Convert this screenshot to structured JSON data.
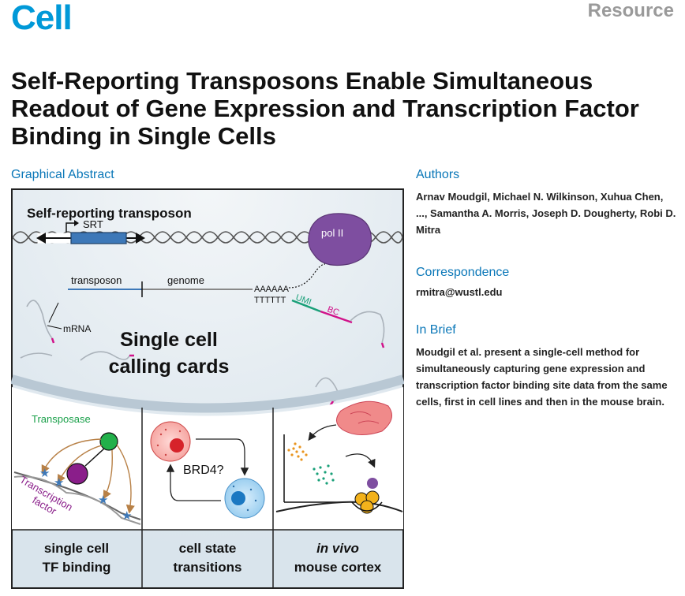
{
  "header": {
    "journal": "Cell",
    "article_type": "Resource",
    "title": "Self-Reporting Transposons Enable Simultaneous Readout of Gene Expression and Transcription Factor Binding in Single Cells"
  },
  "graphical_abstract": {
    "heading": "Graphical Abstract",
    "top_label": "Self-reporting transposon",
    "srt_label": "SRT",
    "pol_label": "pol II",
    "transposon_label": "transposon",
    "genome_label": "genome",
    "polya": "AAAAAA",
    "polyt": "TTTTTT",
    "umi_label": "UMI",
    "bc_label": "BC",
    "mrna_label": "mRNA",
    "center_line1": "Single cell",
    "center_line2": "calling cards",
    "transposase_label": "Transposase",
    "tf_label_line1": "Transcription",
    "tf_label_line2": "factor",
    "brd4_label": "BRD4?",
    "panel1_line1": "single cell",
    "panel1_line2": "TF binding",
    "panel2_line1": "cell state",
    "panel2_line2": "transitions",
    "panel3_line1": "in vivo",
    "panel3_line2": "mouse cortex"
  },
  "authors": {
    "heading": "Authors",
    "text": "Arnav Moudgil, Michael N. Wilkinson, Xuhua Chen, ..., Samantha A. Morris, Joseph D. Dougherty, Robi D. Mitra"
  },
  "correspondence": {
    "heading": "Correspondence",
    "email": "rmitra@wustl.edu"
  },
  "in_brief": {
    "heading": "In Brief",
    "text": "Moudgil et al. present a single-cell method for simultaneously capturing gene expression and transcription factor binding site data from the same cells, first in cell lines and then in the mouse brain."
  },
  "colors": {
    "cell_blue": "#0099d8",
    "heading_blue": "#0a77b8",
    "pol_purple": "#7e4ea0",
    "srt_blue": "#3d78b8",
    "umi_green": "#1aa079",
    "bc_magenta": "#d1128a",
    "panel_bg": "#e6edf3"
  }
}
